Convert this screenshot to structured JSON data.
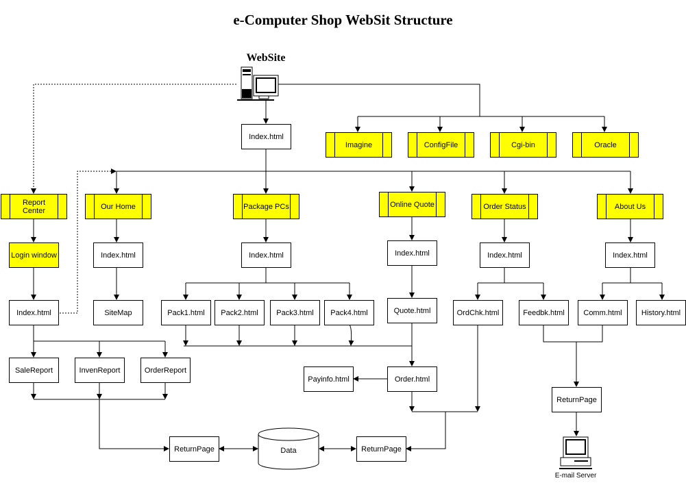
{
  "title": "e-Computer Shop WebSit Structure",
  "website_label": "WebSite",
  "root_index": "Index.html",
  "resources": [
    "Imagine",
    "ConfigFile",
    "Cgi-bin",
    "Oracle"
  ],
  "sections": {
    "report_center": "Report Center",
    "our_home": "Our Home",
    "package_pcs": "Package PCs",
    "online_quote": "Online Quote",
    "order_status": "Order Status",
    "about_us": "About Us"
  },
  "report": {
    "login": "Login window",
    "index": "Index.html",
    "reports": [
      "SaleReport",
      "InvenReport",
      "OrderReport"
    ],
    "return_page": "ReturnPage"
  },
  "home": {
    "index": "Index.html",
    "sitemap": "SiteMap"
  },
  "package": {
    "index": "Index.html",
    "packs": [
      "Pack1.html",
      "Pack2.html",
      "Pack3.html",
      "Pack4.html"
    ]
  },
  "quote": {
    "index": "Index.html",
    "quote": "Quote.html",
    "order": "Order.html",
    "payinfo": "Payinfo.html",
    "return_page": "ReturnPage"
  },
  "order_status": {
    "index": "Index.html",
    "ordchk": "OrdChk.html",
    "feedbk": "Feedbk.html"
  },
  "about": {
    "index": "Index.html",
    "comm": "Comm.html",
    "history": "History.html"
  },
  "feedback_return": "ReturnPage",
  "data_store": "Data",
  "email_server": "E-mail Server"
}
